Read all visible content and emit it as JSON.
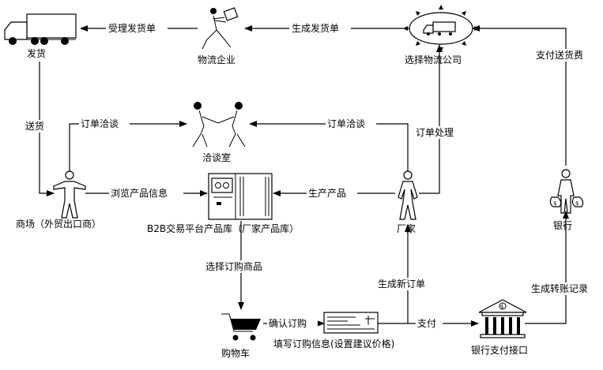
{
  "nodes": {
    "truck": "发货",
    "logistics_company": "物流企业",
    "choose_logistics": "选择物流公司",
    "negotiation_room": "洽谈室",
    "mall": "商场（外贸出口商）",
    "platform": "B2B交易平台产品库（厂家产品库）",
    "factory": "厂家",
    "bank": "银行",
    "cart": "购物车",
    "order_form": "填写订购信息(设置建议价格)",
    "bank_interface": "银行支付接口"
  },
  "edges": {
    "accept_shipment": "受理发货单",
    "generate_shipment": "生成发货单",
    "pay_shipping": "支付送货费",
    "deliver": "送货",
    "order_negotiation_left": "订单洽谈",
    "order_negotiation_right": "订单洽谈",
    "order_processing": "订单处理",
    "browse_products": "浏览产品信息",
    "produce_products": "生产产品",
    "select_products": "选择订购商品",
    "confirm_order": "确认订购",
    "pay": "支付",
    "new_order": "生成新订单",
    "transfer_record": "生成转账记录"
  }
}
